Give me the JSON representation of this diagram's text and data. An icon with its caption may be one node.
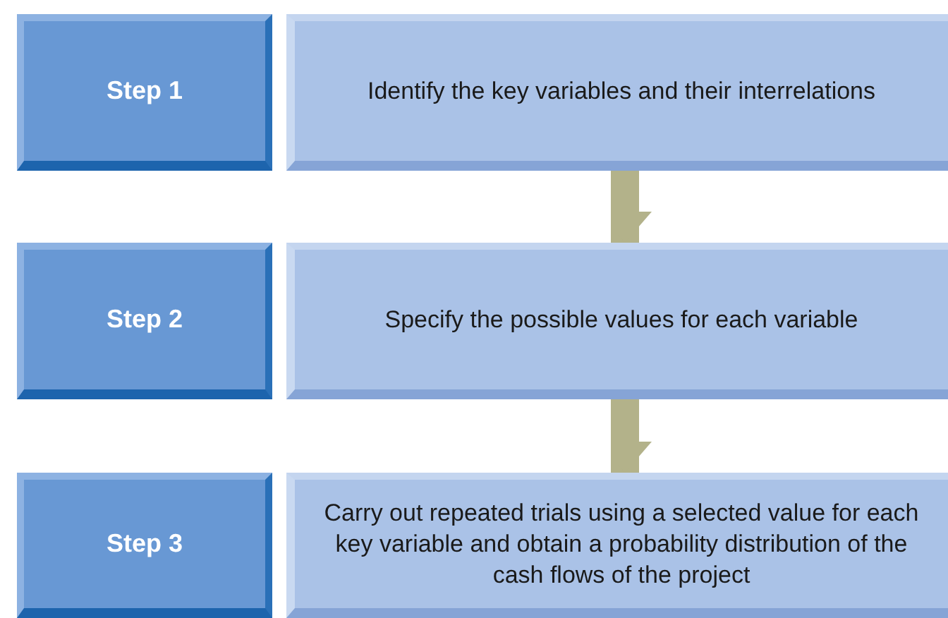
{
  "diagram": {
    "nodes": [
      {
        "text": [
          "Step 1"
        ]
      },
      {
        "text": [
          "Identify the key variables and their interrelations"
        ]
      },
      {
        "text": [
          "Step 2"
        ]
      },
      {
        "text": [
          "Specify the possible values for each variable"
        ]
      },
      {
        "text": [
          "Step 3"
        ]
      },
      {
        "text": [
          "Carry out repeated trials using a selected value for each key variable and obtain a probability distribution of the cash flows of the project"
        ]
      }
    ],
    "edges": [
      {
        "from": 1,
        "to": 3,
        "arrow": "to"
      },
      {
        "from": 3,
        "to": 5,
        "arrow": "to"
      }
    ]
  }
}
